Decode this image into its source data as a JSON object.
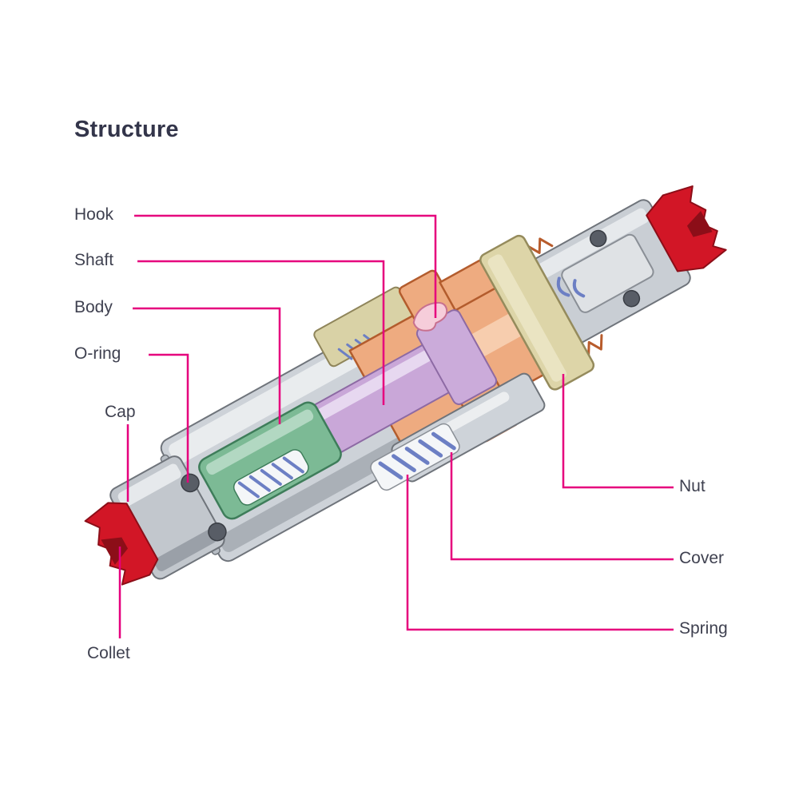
{
  "title": "Structure",
  "labels": {
    "hook": "Hook",
    "shaft": "Shaft",
    "body": "Body",
    "oring": "O-ring",
    "cap": "Cap",
    "collet": "Collet",
    "nut": "Nut",
    "cover": "Cover",
    "spring": "Spring"
  },
  "colors": {
    "leader_line": "#e6007d",
    "label_text": "#3f4150",
    "title_text": "#33354a",
    "collet_red": "#d21626",
    "collet_red_dark": "#8c0e18",
    "body_copper": "#eeab80",
    "body_copper_outline": "#b35c2d",
    "shaft_purple": "#c9a7d8",
    "sleeve_green": "#7cba95",
    "nut_tan": "#ddd5a8",
    "spring_blue": "#6c7fc4",
    "metal_gray": "#cdd2d8",
    "metal_outline": "#6f747b",
    "o_ring_gray": "#585d66",
    "hook_pink": "#f6cdda"
  }
}
